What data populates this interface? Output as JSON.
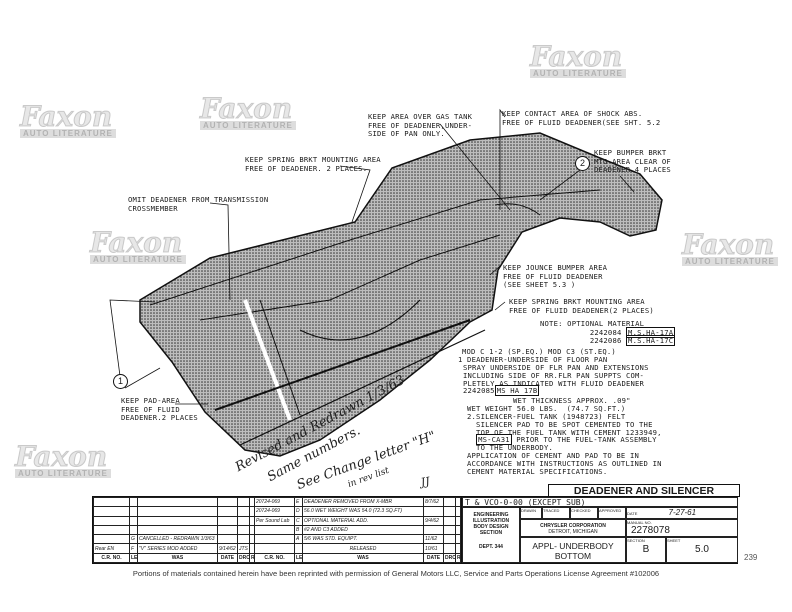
{
  "watermark": {
    "brand": "Faxon",
    "sub": "AUTO LITERATURE"
  },
  "callouts": {
    "gas_tank": "KEEP AREA OVER GAS TANK\nFREE OF DEADENER,UNDER-\nSIDE OF PAN ONLY.",
    "shock_abs": "KEEP CONTACT AREA OF SHOCK ABS.\nFREE OF FLUID DEADENER(SEE SHT. 5.2",
    "bumper_brkt": "KEEP BUMPER BRKT\nMTG AREA CLEAR OF\nDEADENER.4 PLACES",
    "spring_brkt_top": "KEEP SPRING BRKT MOUNTING AREA\nFREE OF DEADENER. 2 PLACES.",
    "transmission": "OMIT DEADENER FROM TRANSMISSION\nCROSSMEMBER",
    "jounce": "KEEP JOUNCE BUMPER AREA\nFREE OF FLUID DEADENER\n(SEE SHEET 5.3 )",
    "spring_brkt_right": "KEEP SPRING BRKT MOUNTING AREA\nFREE OF FLUID DEADENER(2 PLACES)",
    "pad_area": "KEEP PAD-AREA\nFREE OF FLUID\nDEADENER.2 PLACES",
    "item1": "1",
    "item2": "2"
  },
  "notes": {
    "note_label": "NOTE: OPTIONAL MATERIAL",
    "opt1_part": "2242084",
    "opt1_spec": "M.S.HA-17A",
    "opt2_part": "2242086",
    "opt2_spec": "M.S.HA-17C",
    "mod": "MOD C 1-2 (SP.EQ.) MOD C3 (ST.EQ.)",
    "n1_title": "1 DEADENER-UNDERSIDE OF FLOOR PAN",
    "n1_body": "SPRAY UNDERSIDE OF FLR PAN AND EXTENSIONS\nINCLUDING SIDE OF RR.FLR PAN SUPPTS COM-\nPLETELY AS INDICATED WITH FLUID DEADENER",
    "n1_part": "2242085",
    "n1_spec": "MS HA 17B",
    "thickness": "WET THICKNESS APPROX. .09\"",
    "weight": "WET WEIGHT 56.0 LBS.  (74.7 SQ.FT.)",
    "n2_a": "2.SILENCER-FUEL TANK (1948723) FELT\n  SILENCER PAD TO BE SPOT CEMENTED TO THE\n  TOP OF THE FUEL TANK WITH CEMENT 1233949,",
    "n2_spec": "MS-CA31",
    "n2_b": " PRIOR TO THE FUEL-TANK ASSEMBLY",
    "n2_c": "  TO THE UNDERBODY.\nAPPLICATION OF CEMENT AND PAD TO BE IN\nACCORDANCE WITH INSTRUCTIONS AS OUTLINED IN\nCEMENT MATERIAL SPECIFICATIONS."
  },
  "handwriting": {
    "line1": "Revised and Redrawn 1/3/63",
    "line2": "Same numbers.",
    "line3": "See Change letter \"H\"",
    "line4": "in rev list",
    "initials": "JJ"
  },
  "revisions": {
    "headers": [
      "C.R. NO.",
      "LET",
      "WAS",
      "DATE",
      "DRCK",
      "R",
      "C.R. NO.",
      "LET",
      "WAS",
      "DATE",
      "DRCK",
      "R"
    ],
    "left_rows": [
      [
        "",
        "",
        "",
        "",
        "",
        ""
      ],
      [
        "",
        "",
        "",
        "",
        "",
        ""
      ],
      [
        "",
        "",
        "",
        "",
        "",
        ""
      ],
      [
        "",
        "",
        "",
        "",
        "",
        ""
      ],
      [
        "",
        "G",
        "CANCELLED - REDRAWN 1/3/63",
        "",
        "",
        ""
      ],
      [
        "Rear EN",
        "F",
        "\"V\" SERIES MOD ADDED",
        "9/14/62",
        "JTS",
        ""
      ]
    ],
    "right_rows": [
      [
        "20724-069",
        "E",
        "DEADENER REMOVED FROM X-MBR",
        "8/7/62",
        "",
        ""
      ],
      [
        "20724-069",
        "D",
        "56.0 WET WEIGHT WAS 54.0 (72.3 SQ.FT)",
        "",
        "",
        ""
      ],
      [
        "Per Sound Lab",
        "C",
        "OPTIONAL MATERIAL ADD.",
        "9/4/62",
        "",
        ""
      ],
      [
        "",
        "B",
        "#2 AND C3 ADDED",
        "",
        "",
        ""
      ],
      [
        "",
        "A",
        "5/6 WAS STD. EQUIPT.",
        "11/62",
        "",
        ""
      ],
      [
        "",
        "",
        "RELEASED",
        "10/61",
        "",
        ""
      ]
    ]
  },
  "title_block": {
    "title": "DEADENER AND SILENCER",
    "applicability": "T & VCO-0-00 (EXCEPT SUB)",
    "dept_lines": [
      "ENGINEERING",
      "ILLUSTRATION",
      "BODY DESIGN",
      "SECTION"
    ],
    "dept": "DEPT. 344",
    "drawn_label": "DRAWN",
    "traced_label": "TRACED",
    "checked_label": "CHECKED",
    "approved_label": "APPROVED",
    "date_label": "DATE",
    "date": "7-27-61",
    "company": "CHRYSLER CORPORATION",
    "city": "DETROIT, MICHIGAN",
    "manual_label": "MANUAL NO.",
    "manual_no": "2278078",
    "appl": "APPL- UNDERBODY",
    "appl2": "BOTTOM",
    "section_label": "SECTION",
    "section": "B",
    "sheet_label": "SHEET",
    "sheet": "5.0"
  },
  "footer": "Portions of materials contained herein have been reprinted with permission of General Motors LLC, Service and Parts Operations License Agreement #102006",
  "page_number": "239"
}
